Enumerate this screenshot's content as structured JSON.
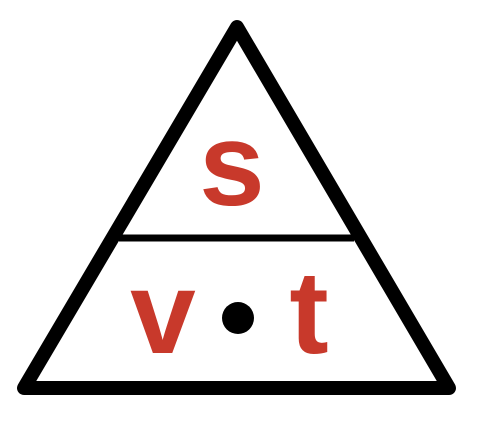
{
  "diagram": {
    "top_variable": "s",
    "bottom_left_variable": "v",
    "bottom_right_variable": "t",
    "operator_symbol": "multiplication-dot"
  },
  "colors": {
    "variable_text": "#c8392b",
    "outline": "#000000",
    "background": "#ffffff"
  }
}
